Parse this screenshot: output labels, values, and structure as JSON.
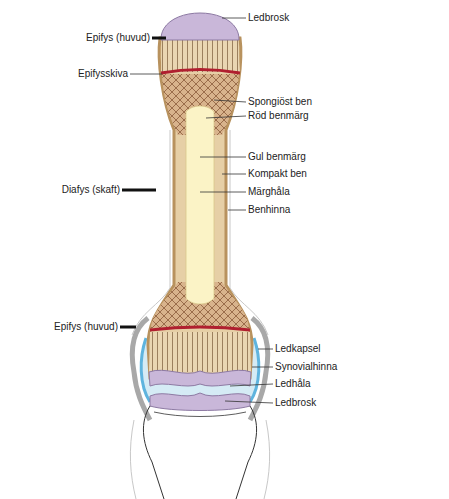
{
  "diagram": {
    "labels": [
      "Ledbrosk",
      "Epifys (huvud)",
      "Epifysskiva",
      "Spongiöst ben",
      "Röd benmärg",
      "Gul benmärg",
      "Kompakt ben",
      "Märghåla",
      "Benhinna",
      "Diafys (skaft)",
      "Epifys (huvud)",
      "Ledkapsel",
      "Synovialhinna",
      "Ledhåla",
      "Ledbrosk"
    ]
  }
}
